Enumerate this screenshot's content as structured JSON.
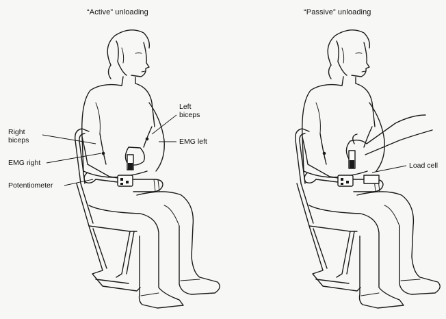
{
  "panels": {
    "active": {
      "title": "“Active” unloading",
      "labels": {
        "right_biceps": "Right\nbiceps",
        "left_biceps": "Left\nbiceps",
        "emg_left": "EMG left",
        "emg_right": "EMG right",
        "potentiometer": "Potentiometer"
      }
    },
    "passive": {
      "title": "“Passive” unloading",
      "labels": {
        "load_cell": "Load cell"
      }
    }
  }
}
